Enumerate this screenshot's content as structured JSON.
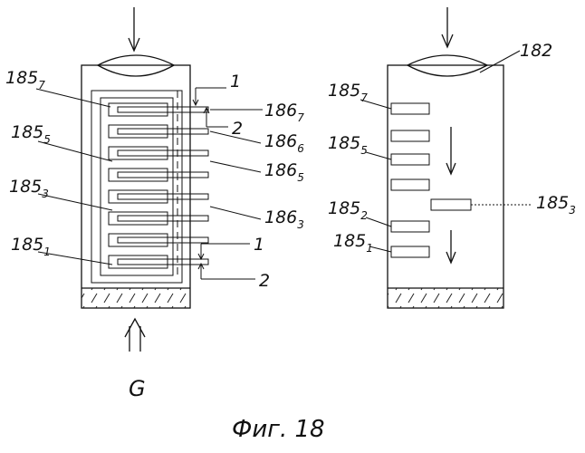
{
  "figure": {
    "caption": "Фиг. 18",
    "left": {
      "labels": [
        {
          "key": "185_7",
          "main": "185",
          "sub": "7"
        },
        {
          "key": "185_5",
          "main": "185",
          "sub": "5"
        },
        {
          "key": "185_3",
          "main": "185",
          "sub": "3"
        },
        {
          "key": "185_1",
          "main": "185",
          "sub": "1"
        },
        {
          "key": "186_7",
          "main": "186",
          "sub": "7"
        },
        {
          "key": "186_6",
          "main": "186",
          "sub": "6"
        },
        {
          "key": "186_5",
          "main": "186",
          "sub": "5"
        },
        {
          "key": "186_3",
          "main": "186",
          "sub": "3"
        }
      ],
      "markers": [
        "1",
        "2",
        "1",
        "2"
      ],
      "flow_label": "G"
    },
    "right": {
      "labels": [
        {
          "key": "182",
          "main": "182",
          "sub": ""
        },
        {
          "key": "185_7",
          "main": "185",
          "sub": "7"
        },
        {
          "key": "185_5",
          "main": "185",
          "sub": "5"
        },
        {
          "key": "185_2",
          "main": "185",
          "sub": "2"
        },
        {
          "key": "185_1",
          "main": "185",
          "sub": "1"
        },
        {
          "key": "185_3",
          "main": "185",
          "sub": "3"
        }
      ]
    }
  }
}
